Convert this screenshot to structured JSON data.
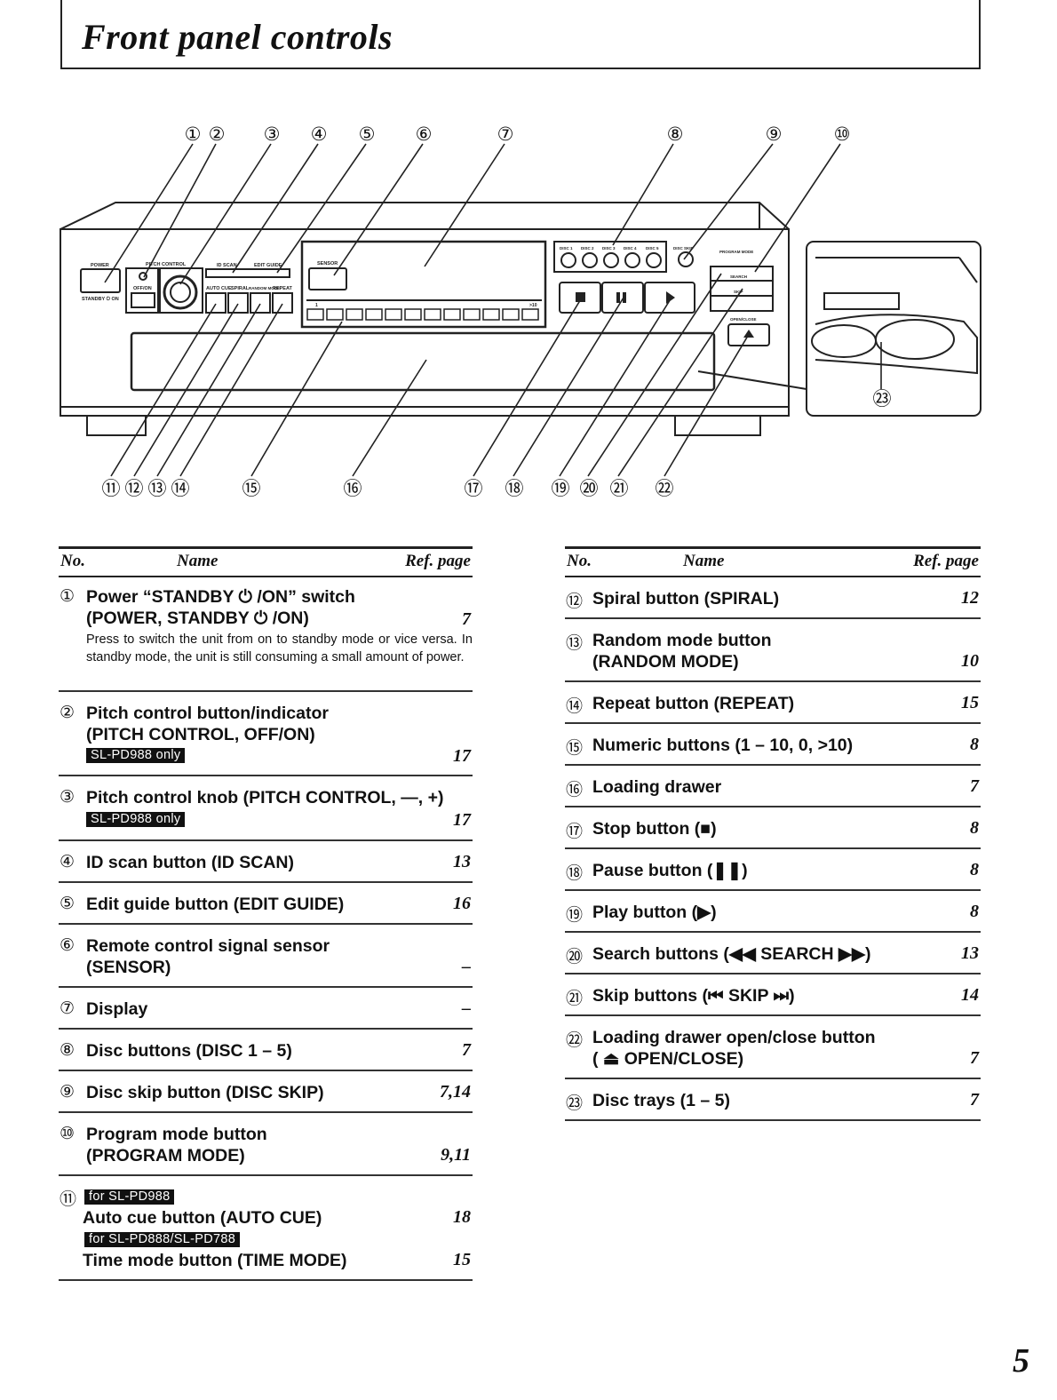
{
  "title": "Front panel controls",
  "page_number": "5",
  "diagram": {
    "callout_numbers": [
      "①",
      "②",
      "③",
      "④",
      "⑤",
      "⑥",
      "⑦",
      "⑧",
      "⑨",
      "⑩",
      "⑪",
      "⑫",
      "⑬",
      "⑭",
      "⑮",
      "⑯",
      "⑰",
      "⑱",
      "⑲",
      "⑳",
      "㉑",
      "㉒",
      "㉓"
    ],
    "panel_labels": {
      "power": "POWER",
      "standby_on": "STANDBY ⏻ ON",
      "pitch_control": "PITCH CONTROL",
      "off_on": "OFF/ON",
      "id_scan": "ID SCAN",
      "edit_guide": "EDIT GUIDE",
      "auto_cue": "AUTO CUE",
      "spiral": "SPIRAL",
      "random_mode": "RANDOM MODE",
      "repeat": "REPEAT",
      "sensor": "SENSOR",
      "disc_labels": [
        "DISC 1",
        "DISC 2",
        "DISC 3",
        "DISC 4",
        "DISC 5"
      ],
      "disc_skip": "DISC SKIP",
      "program_mode": "PROGRAM MODE",
      "search": "SEARCH",
      "skip": "SKIP",
      "open_close": "OPEN/CLOSE",
      "numeric_first": "1",
      "numeric_last": ">10"
    }
  },
  "table": {
    "header": {
      "no": "No.",
      "name": "Name",
      "ref": "Ref. page"
    },
    "left": [
      {
        "no": "①",
        "lines": [
          "Power “STANDBY ⏻ /ON” switch",
          "(POWER, STANDBY ⏻ /ON)"
        ],
        "page": "7",
        "desc": "Press to switch the unit from on to standby mode or vice versa. In standby mode, the unit is still consuming a small amount of power."
      },
      {
        "no": "②",
        "lines": [
          "Pitch control button/indicator",
          "(PITCH CONTROL, OFF/ON)"
        ],
        "badge": "SL-PD988 only",
        "page": "17"
      },
      {
        "no": "③",
        "lines": [
          "Pitch control knob (PITCH CONTROL, —, +)"
        ],
        "badge": "SL-PD988 only",
        "page": "17"
      },
      {
        "no": "④",
        "lines": [
          "ID scan button (ID SCAN)"
        ],
        "page": "13"
      },
      {
        "no": "⑤",
        "lines": [
          "Edit guide button (EDIT GUIDE)"
        ],
        "page": "16"
      },
      {
        "no": "⑥",
        "lines": [
          "Remote control signal sensor",
          "(SENSOR)"
        ],
        "page": "–"
      },
      {
        "no": "⑦",
        "lines": [
          "Display"
        ],
        "page": "–"
      },
      {
        "no": "⑧",
        "lines": [
          "Disc buttons (DISC 1 – 5)"
        ],
        "page": "7"
      },
      {
        "no": "⑨",
        "lines": [
          "Disc skip button (DISC SKIP)"
        ],
        "page": "7,14"
      },
      {
        "no": "⑩",
        "lines": [
          "Program mode button",
          "(PROGRAM MODE)"
        ],
        "page": "9,11"
      },
      {
        "no": "⑪",
        "badge1": "for SL-PD988",
        "line1": "Auto cue button (AUTO CUE)",
        "page1": "18",
        "badge2": "for SL-PD888/SL-PD788",
        "line2": "Time mode button (TIME MODE)",
        "page2": "15"
      }
    ],
    "right": [
      {
        "no": "⑫",
        "lines": [
          "Spiral button (SPIRAL)"
        ],
        "page": "12"
      },
      {
        "no": "⑬",
        "lines": [
          "Random mode button",
          "(RANDOM MODE)"
        ],
        "page": "10"
      },
      {
        "no": "⑭",
        "lines": [
          "Repeat button (REPEAT)"
        ],
        "page": "15"
      },
      {
        "no": "⑮",
        "lines": [
          "Numeric buttons (1 – 10, 0, >10)"
        ],
        "page": "8"
      },
      {
        "no": "⑯",
        "lines": [
          "Loading drawer"
        ],
        "page": "7"
      },
      {
        "no": "⑰",
        "lines": [
          "Stop button (■)"
        ],
        "page": "8"
      },
      {
        "no": "⑱",
        "lines": [
          "Pause button (❚❚)"
        ],
        "page": "8"
      },
      {
        "no": "⑲",
        "lines": [
          "Play button (▶)"
        ],
        "page": "8"
      },
      {
        "no": "⑳",
        "lines": [
          "Search buttons (◀◀ SEARCH ▶▶)"
        ],
        "page": "13"
      },
      {
        "no": "㉑",
        "lines": [
          "Skip buttons (⏮ SKIP ⏭)"
        ],
        "page": "14"
      },
      {
        "no": "㉒",
        "lines": [
          "Loading drawer open/close button",
          "( ⏏ OPEN/CLOSE)"
        ],
        "page": "7"
      },
      {
        "no": "㉓",
        "lines": [
          "Disc trays (1 – 5)"
        ],
        "page": "7"
      }
    ]
  }
}
